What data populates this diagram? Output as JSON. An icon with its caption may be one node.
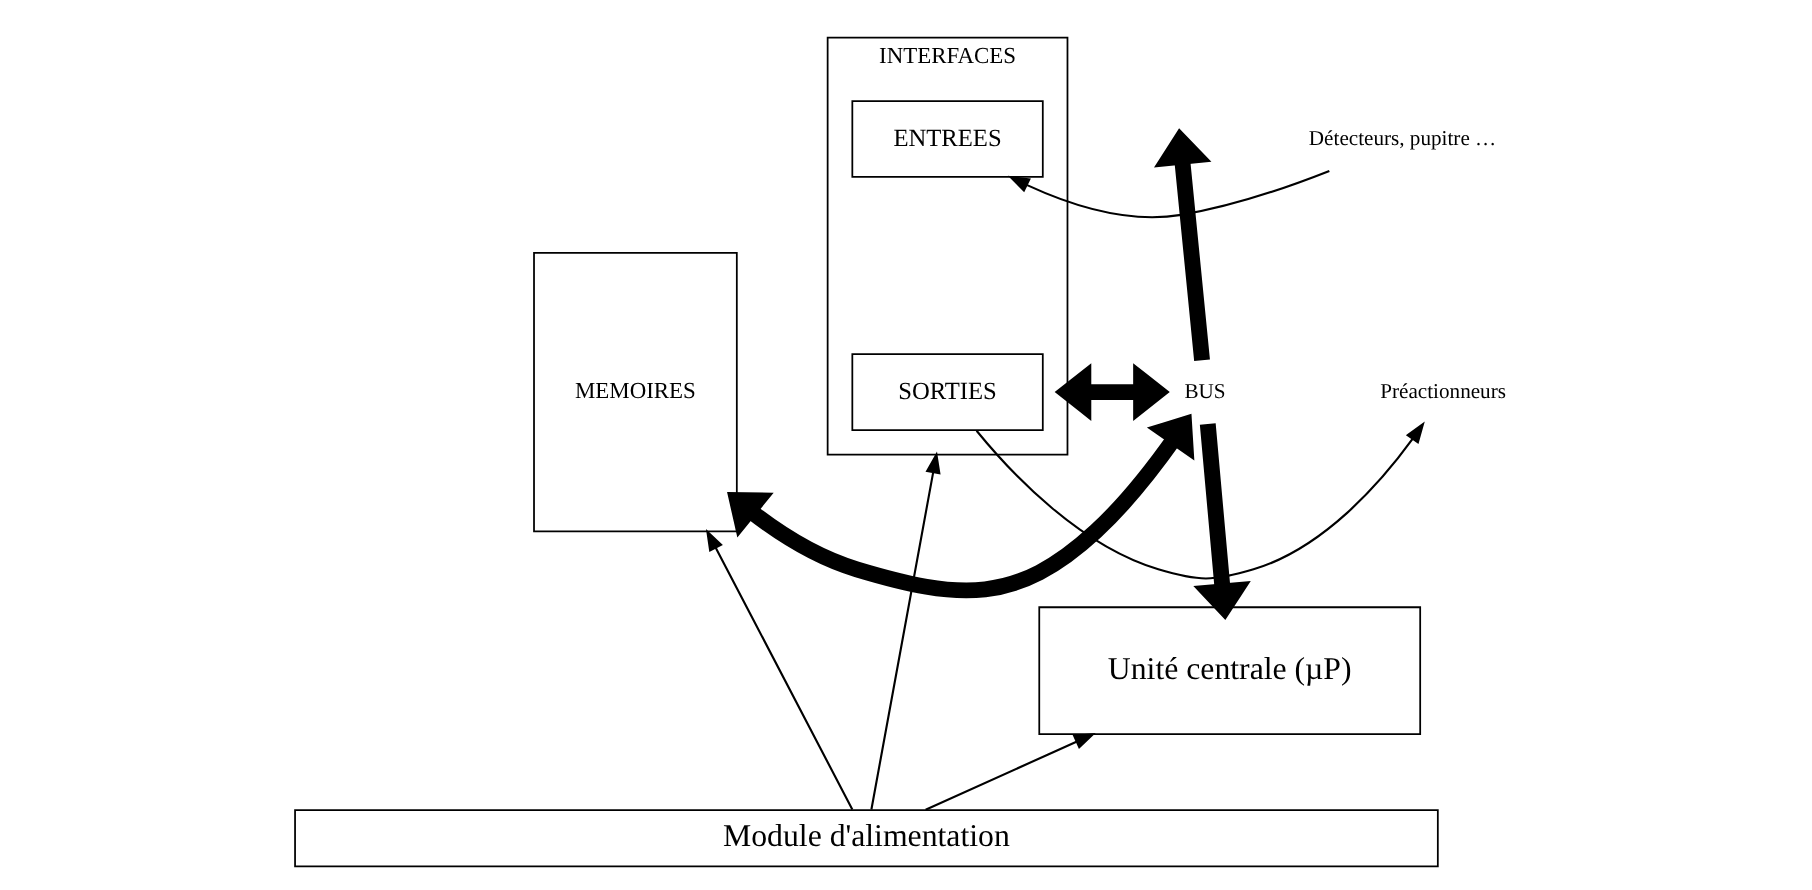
{
  "diagram": {
    "nodes": [
      {
        "text": [
          "MEMOIRES"
        ]
      },
      {
        "text": [
          "INTERFACES"
        ]
      },
      {
        "text": [
          "ENTREES"
        ],
        "in": 1
      },
      {
        "text": [
          "SORTIES"
        ],
        "in": 1
      },
      {
        "text": [
          "Unité centrale (µP)"
        ]
      },
      {
        "text": [
          "Module d'alimentation"
        ]
      },
      {
        "text": [
          "Détecteurs, pupitre …"
        ]
      },
      {
        "text": [
          "Préactionneurs"
        ]
      },
      {
        "text": [
          "BUS"
        ]
      }
    ],
    "edges": [
      {
        "from": 8,
        "to": 0,
        "arrow": "both",
        "style": "thick"
      },
      {
        "from": 8,
        "to": 1,
        "arrow": "both",
        "style": "thick"
      },
      {
        "from": 8,
        "to": null,
        "arrow": "to",
        "style": "thick"
      },
      {
        "from": 8,
        "to": 4,
        "arrow": "to",
        "style": "thick"
      },
      {
        "from": 5,
        "to": 0,
        "arrow": "to"
      },
      {
        "from": 5,
        "to": 4,
        "arrow": "to"
      },
      {
        "from": 5,
        "to": 1,
        "arrow": "to"
      },
      {
        "from": 6,
        "to": 2,
        "arrow": "to"
      },
      {
        "from": 3,
        "to": 7,
        "arrow": "to"
      }
    ]
  }
}
